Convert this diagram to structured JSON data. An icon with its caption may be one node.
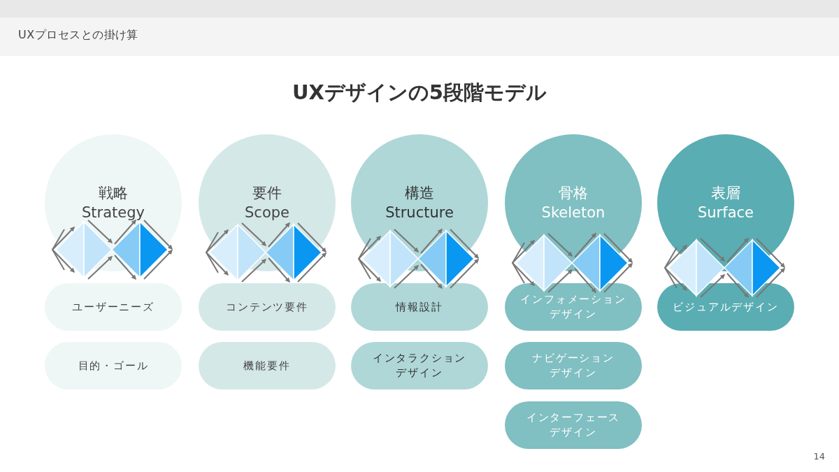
{
  "diagram": {
    "title": "UXデザインの5段階モデル",
    "nodes": [
      {
        "text": [
          "戦略",
          "Strategy"
        ]
      },
      {
        "text": [
          "ユーザーニーズ"
        ]
      },
      {
        "text": [
          "目的・ゴール"
        ]
      },
      {
        "text": [
          "要件",
          "Scope"
        ]
      },
      {
        "text": [
          "コンテンツ要件"
        ]
      },
      {
        "text": [
          "機能要件"
        ]
      },
      {
        "text": [
          "構造",
          "Structure"
        ]
      },
      {
        "text": [
          "情報設計"
        ]
      },
      {
        "text": [
          "インタラクションデザイン"
        ]
      },
      {
        "text": [
          "骨格",
          "Skeleton"
        ]
      },
      {
        "text": [
          "インフォメーションデザイン"
        ]
      },
      {
        "text": [
          "ナビゲーションデザイン"
        ]
      },
      {
        "text": [
          "インターフェースデザイン"
        ]
      },
      {
        "text": [
          "表層",
          "Surface"
        ]
      },
      {
        "text": [
          "ビジュアルデザイン"
        ]
      },
      {
        "text": [],
        "shape": "diamond"
      },
      {
        "text": [],
        "shape": "diamond"
      },
      {
        "text": [],
        "shape": "diamond"
      },
      {
        "text": [],
        "shape": "diamond"
      },
      {
        "text": [],
        "shape": "diamond"
      }
    ],
    "labels": [
      "UXプロセスとの掛け算",
      "14"
    ]
  }
}
